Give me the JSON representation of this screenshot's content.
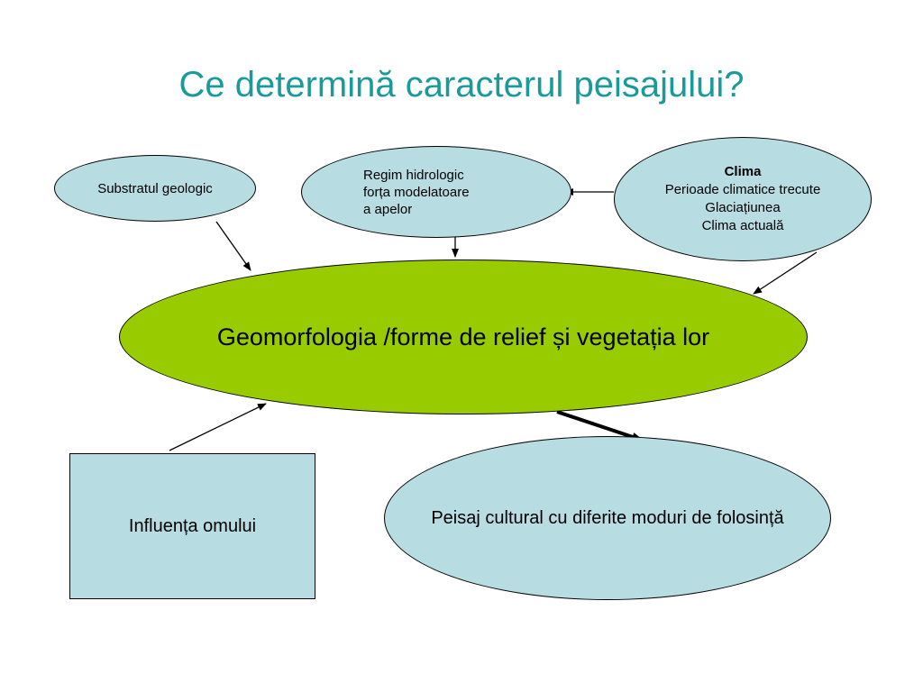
{
  "title": "Ce determină caracterul peisajului?",
  "nodes": {
    "substrat": "Substratul geologic",
    "regim": {
      "line1": "Regim hidrologic",
      "line2": "forța modelatoare",
      "line3": "a apelor"
    },
    "clima": {
      "heading": "Clima",
      "line1": "Perioade climatice trecute",
      "line2": "Glaciațiunea",
      "line3": "Clima actuală"
    },
    "geomorfologia": "Geomorfologia /forme de relief și vegetația lor",
    "omului": "Influența omului",
    "peisaj": "Peisaj cultural cu diferite moduri de folosință"
  },
  "colors": {
    "title": "#1a9a9a",
    "ellipse_fill": "#b7dde3",
    "center_fill": "#99cc00"
  }
}
